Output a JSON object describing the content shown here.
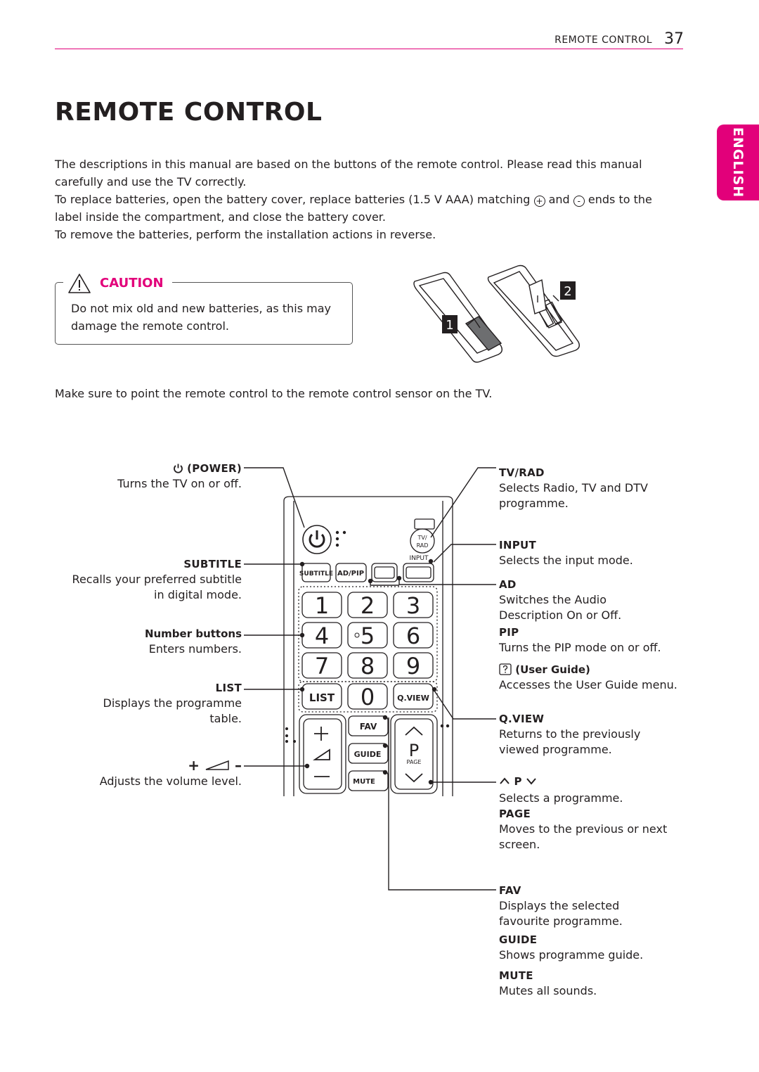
{
  "header": {
    "section": "REMOTE CONTROL",
    "page_number": "37"
  },
  "title": "REMOTE CONTROL",
  "language_tab": "ENGLISH",
  "intro": {
    "p1": "The descriptions in this manual are based on the buttons of the remote control. Please read this manual carefully and use the TV correctly.",
    "p2_a": "To replace batteries, open the battery cover, replace batteries (1.5 V AAA) matching",
    "plus_symbol": "+",
    "p2_b": "and",
    "minus_symbol": "-",
    "p2_c": "ends to the label inside the compartment, and close the battery cover.",
    "p3": "To remove the batteries, perform the installation actions in reverse."
  },
  "caution": {
    "label": "CAUTION",
    "text": "Do not mix old and new batteries, as this may damage the remote control."
  },
  "illustration": {
    "step1": "1",
    "step2": "2"
  },
  "pointing_note": "Make sure to point the remote control to the remote control sensor on the TV.",
  "remote": {
    "keys": {
      "subtitle": "SUBTITLE",
      "adpip": "AD/PIP",
      "input": "INPUT",
      "tv": "TV/",
      "rad": "RAD",
      "n1": "1",
      "n2": "2",
      "n3": "3",
      "n4": "4",
      "n5": "5",
      "n6": "6",
      "n7": "7",
      "n8": "8",
      "n9": "9",
      "n0": "0",
      "list": "LIST",
      "qview": "Q.VIEW",
      "fav": "FAV",
      "guide": "GUIDE",
      "mute": "MUTE",
      "p": "P",
      "page": "PAGE"
    }
  },
  "left_labels": {
    "power_title": "(POWER)",
    "power_desc": "Turns the TV on or off.",
    "subtitle_title": "SUBTITLE",
    "subtitle_desc1": "Recalls your preferred subtitle",
    "subtitle_desc2": "in digital mode.",
    "number_title": "Number buttons",
    "number_desc": "Enters numbers.",
    "list_title": "LIST",
    "list_desc1": "Displays the programme",
    "list_desc2": "table.",
    "volume_plus": "+",
    "volume_minus": "–",
    "volume_desc": "Adjusts the volume level."
  },
  "right_labels": {
    "tvrad_title": "TV/RAD",
    "tvrad_desc1": "Selects Radio, TV and DTV",
    "tvrad_desc2": "programme.",
    "input_title": "INPUT",
    "input_desc": "Selects the input mode.",
    "ad_title": "AD",
    "ad_desc1": "Switches the Audio",
    "ad_desc2": "Description On or Off.",
    "pip_title": "PIP",
    "pip_desc": "Turns the PIP mode on or off.",
    "guide_title": "(User Guide)",
    "guide_desc": "Accesses the User Guide menu.",
    "qview_title": "Q.VIEW",
    "qview_desc1": "Returns to the previously",
    "qview_desc2": "viewed programme.",
    "p_title": "P",
    "p_desc": "Selects a programme.",
    "page_title": "PAGE",
    "page_desc1": "Moves to the previous or next",
    "page_desc2": "screen.",
    "fav_title": "FAV",
    "fav_desc1": "Displays the selected",
    "fav_desc2": "favourite programme.",
    "guide2_title": "GUIDE",
    "guide2_desc": "Shows programme guide.",
    "mute_title": "MUTE",
    "mute_desc": "Mutes all sounds."
  },
  "colors": {
    "accent": "#e2007a",
    "text": "#231f20"
  }
}
